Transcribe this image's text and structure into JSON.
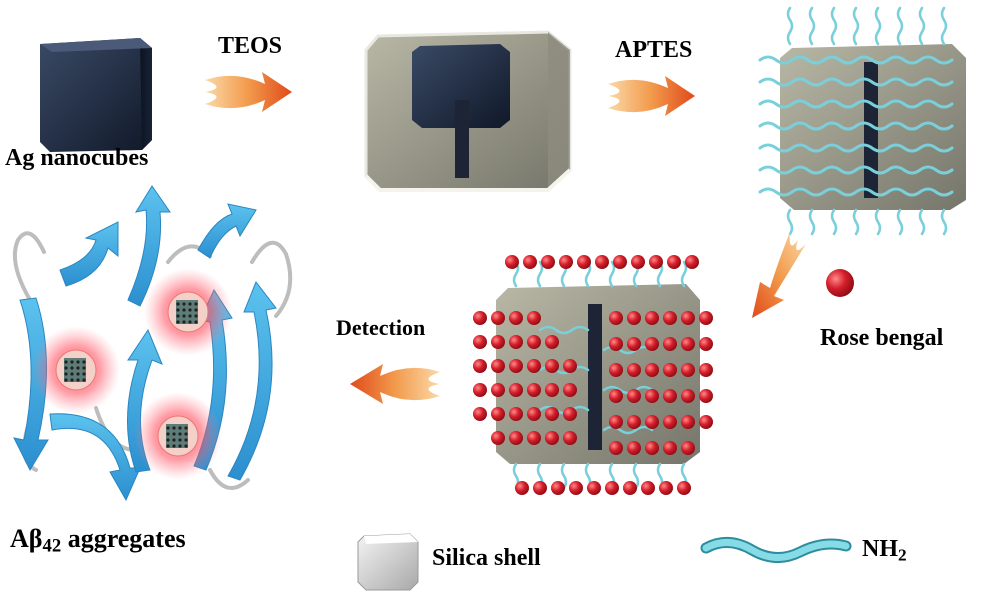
{
  "labels": {
    "teos": "TEOS",
    "aptes": "APTES",
    "ag_nanocubes": "Ag nanocubes",
    "rose_bengal": "Rose bengal",
    "detection": "Detection",
    "abeta_main": "Aβ",
    "abeta_sub": "42",
    "abeta_rest": " aggregates",
    "silica_shell": "Silica shell",
    "nh2_main": "NH",
    "nh2_sub": "2"
  },
  "colors": {
    "ag_cube": "#1e2a40",
    "silica": "#9a9a8a",
    "ligand": "#7fd3dc",
    "rose_bengal": "#d21e2a",
    "arrow": "#e8622a",
    "fibril": "#3aa8dd",
    "glow": "#f02030"
  },
  "icons": {
    "process_arrow": "flame-arrow-icon",
    "legend_shell": "silica-shell-icon",
    "legend_ligand": "nh2-ligand-icon"
  }
}
